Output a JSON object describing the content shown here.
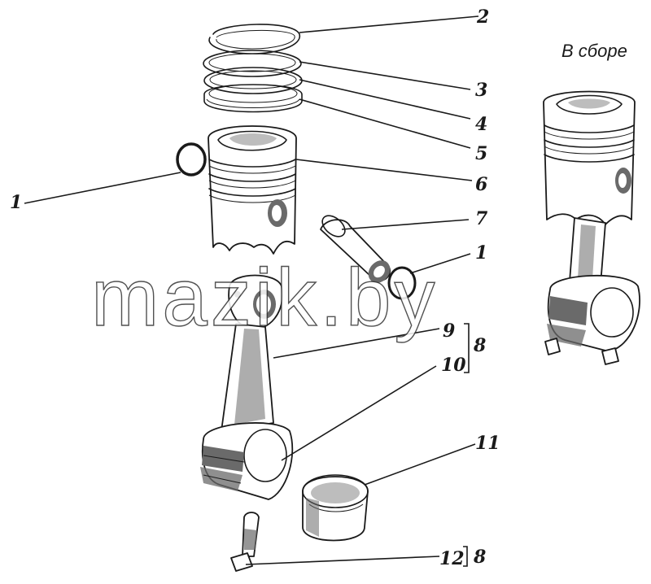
{
  "title": "В сборе",
  "watermark": "mazik.by",
  "callouts": [
    {
      "id": "c2",
      "text": "2"
    },
    {
      "id": "c3",
      "text": "3"
    },
    {
      "id": "c4",
      "text": "4"
    },
    {
      "id": "c5",
      "text": "5"
    },
    {
      "id": "c6",
      "text": "6"
    },
    {
      "id": "c1a",
      "text": "1"
    },
    {
      "id": "c7",
      "text": "7"
    },
    {
      "id": "c1b",
      "text": "1"
    },
    {
      "id": "c9",
      "text": "9"
    },
    {
      "id": "c8a",
      "text": "8"
    },
    {
      "id": "c10",
      "text": "10"
    },
    {
      "id": "c11",
      "text": "11"
    },
    {
      "id": "c12",
      "text": "12"
    },
    {
      "id": "c8b",
      "text": "8"
    }
  ]
}
